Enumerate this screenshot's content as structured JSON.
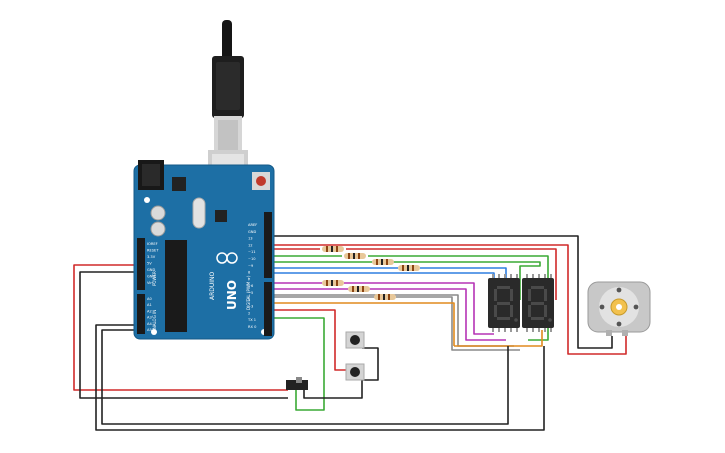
{
  "board": {
    "brand_text": "ARDUINO",
    "model_text": "UNO",
    "power_label": "POWER",
    "analog_label": "ANALOG IN",
    "digital_label": "DIGITAL (PWM ~)",
    "power_pins": [
      "IOREF",
      "RESET",
      "3.3V",
      "5V",
      "GND",
      "GND",
      "Vin"
    ],
    "analog_pins": [
      "A0",
      "A1",
      "A2",
      "A3",
      "A4",
      "A5"
    ],
    "digital_pins": [
      "AREF",
      "GND",
      "13",
      "12",
      "~11",
      "~10",
      "~9",
      "8",
      "7",
      "~6",
      "~5",
      "4",
      "~3",
      "2",
      "TX 1",
      "RX 0"
    ]
  },
  "displays": [
    {
      "digits": "8."
    },
    {
      "digits": "8."
    }
  ],
  "colors": {
    "board_blue": "#1d6fa5",
    "red_wire": "#d02a2a",
    "black_wire": "#222222",
    "green_wire": "#3aaa35",
    "blue_wire": "#2f7fe0",
    "purple_wire": "#b533b5",
    "orange_wire": "#e08a1e",
    "gray_wire": "#8a8a8a",
    "brown_wire": "#8b5a2b"
  }
}
